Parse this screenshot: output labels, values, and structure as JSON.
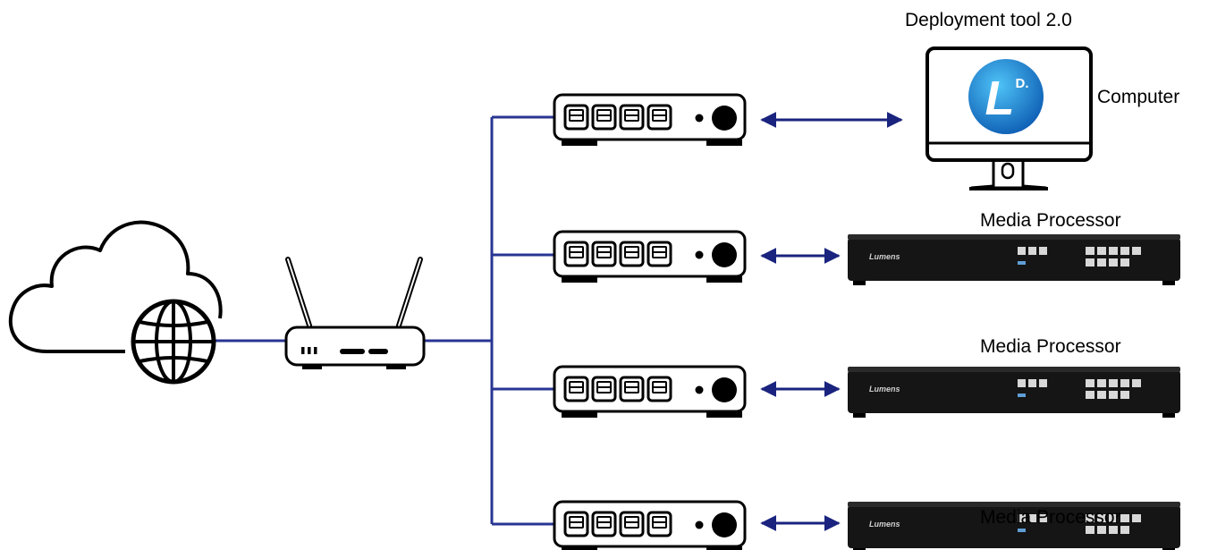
{
  "labels": {
    "deployment_tool": "Deployment tool 2.0",
    "computer": "Computer",
    "media_processor": "Media Processor",
    "logo_brand": "Lumens",
    "app_logo_text": "L",
    "app_logo_sup": "D."
  },
  "colors": {
    "link": "#1a237e",
    "trunk": "#283593",
    "outline": "#000000",
    "device_body": "#151515",
    "app_logo": "#1e88e5"
  },
  "icons": [
    "cloud-globe-icon",
    "router-icon",
    "switch-icon",
    "computer-monitor-icon",
    "media-processor-device",
    "double-arrow-icon"
  ],
  "processors": [
    {
      "name": "Media Processor"
    },
    {
      "name": "Media Processor"
    },
    {
      "name": "Media Processor"
    }
  ]
}
